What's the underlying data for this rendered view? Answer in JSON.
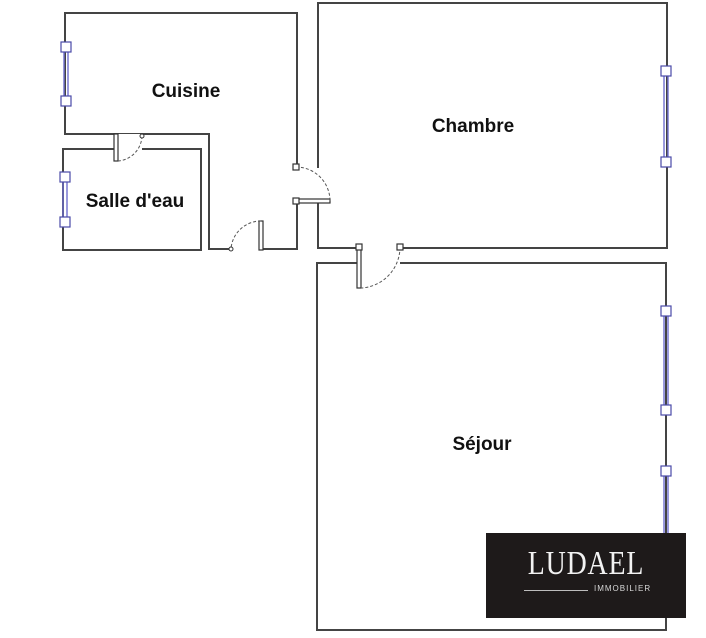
{
  "rooms": {
    "cuisine": "Cuisine",
    "chambre": "Chambre",
    "salle_eau": "Salle d'eau",
    "sejour": "Séjour"
  },
  "logo": {
    "name": "LUDAEL",
    "subtitle": "IMMOBILIER"
  },
  "colors": {
    "wall": "#444444",
    "window": "#6f6fd0",
    "logo_background": "#1e1a1a"
  }
}
